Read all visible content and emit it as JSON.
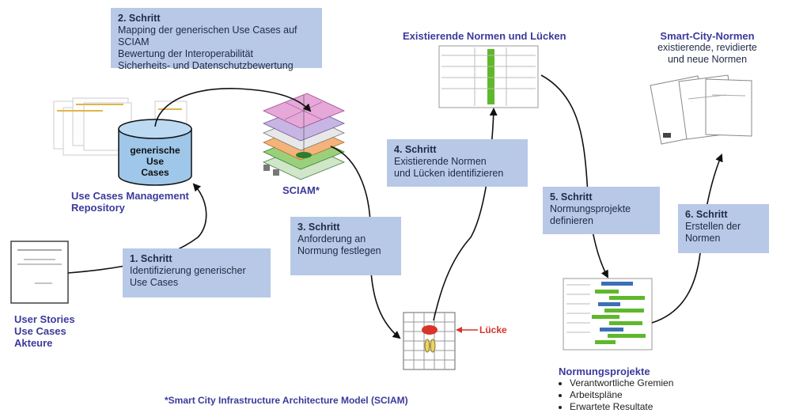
{
  "steps": {
    "s1": {
      "title": "1. Schritt",
      "lines": [
        "Identifizierung generischer",
        "Use Cases"
      ]
    },
    "s2": {
      "title": "2. Schritt",
      "lines": [
        "Mapping der generischen Use Cases auf SCIAM",
        "Bewertung der Interoperabilität",
        "Sicherheits- und Datenschutzbewertung"
      ]
    },
    "s3": {
      "title": "3. Schritt",
      "lines": [
        "Anforderung an",
        "Normung festlegen"
      ]
    },
    "s4": {
      "title": "4. Schritt",
      "lines": [
        "Existierende Normen",
        "und Lücken identifizieren"
      ]
    },
    "s5": {
      "title": "5. Schritt",
      "lines": [
        "Normungsprojekte",
        "definieren"
      ]
    },
    "s6": {
      "title": "6. Schritt",
      "lines": [
        "Erstellen der",
        "Normen"
      ]
    }
  },
  "labels": {
    "cylinder_lines": [
      "generische",
      "Use",
      "Cases"
    ],
    "repository": [
      "Use Cases Management",
      "Repository"
    ],
    "user_stories": [
      "User Stories",
      "Use Cases",
      "Akteure"
    ],
    "sciam": "SCIAM*",
    "existing": "Existierende Normen und Lücken",
    "smart_city": [
      "Smart-City-Normen"
    ],
    "smart_city_sub": [
      "existierende, revidierte",
      "und neue Normen"
    ],
    "luecke": "Lücke",
    "normungsprojekte": "Normungsprojekte",
    "normungsprojekte_items": [
      "Verantwortliche Gremien",
      "Arbeitspläne",
      "Erwartete Resultate"
    ],
    "footnote": "*Smart City Infrastructure Architecture Model (SCIAM)"
  },
  "colors": {
    "step_box": "#b7c9e6",
    "title_blue": "#3b3a9c",
    "cylinder": "#9ec7ea",
    "luecke_red": "#d8342a",
    "bar_green": "#5fb82c"
  }
}
